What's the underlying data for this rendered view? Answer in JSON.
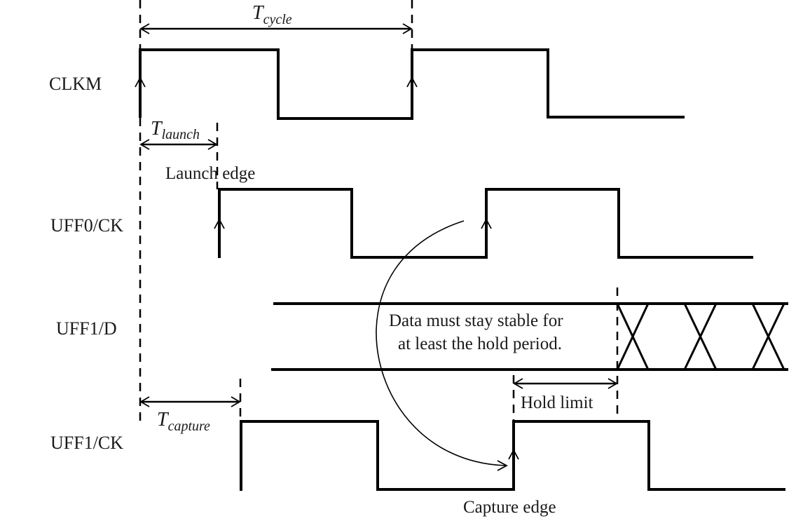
{
  "diagram": {
    "title": "Hold timing check waveform",
    "signals": [
      {
        "id": "clkm",
        "label": "CLKM"
      },
      {
        "id": "uff0-ck",
        "label": "UFF0/CK"
      },
      {
        "id": "uff1-d",
        "label": "UFF1/D"
      },
      {
        "id": "uff1-ck",
        "label": "UFF1/CK"
      }
    ],
    "timings": {
      "cycle": {
        "symbol": "T",
        "subscript": "cycle"
      },
      "launch": {
        "symbol": "T",
        "subscript": "launch"
      },
      "capture": {
        "symbol": "T",
        "subscript": "capture"
      }
    },
    "annotations": {
      "launch_edge": "Launch edge",
      "capture_edge": "Capture edge",
      "hold_limit": "Hold limit",
      "data_note_line1": "Data must stay stable for",
      "data_note_line2": "at least the hold period."
    },
    "colors": {
      "stroke": "#000000",
      "text": "#1a1a1a",
      "background": "#ffffff"
    }
  }
}
